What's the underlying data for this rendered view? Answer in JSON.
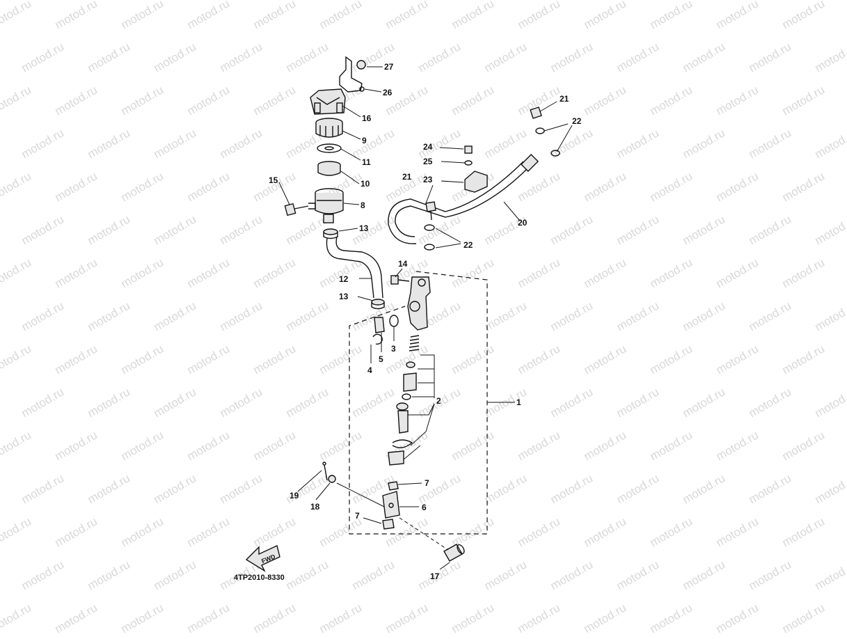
{
  "watermark": "motod.ru",
  "diagram_code": "4TP2010-8330",
  "fwd_label": "FWD",
  "labels": {
    "p1": "1",
    "p2": "2",
    "p3": "3",
    "p4": "4",
    "p5": "5",
    "p6": "6",
    "p7a": "7",
    "p7b": "7",
    "p8": "8",
    "p9": "9",
    "p10": "10",
    "p11": "11",
    "p12": "12",
    "p13a": "13",
    "p13b": "13",
    "p14": "14",
    "p15": "15",
    "p16": "16",
    "p17": "17",
    "p18": "18",
    "p19": "19",
    "p20": "20",
    "p21a": "21",
    "p21b": "21",
    "p22a": "22",
    "p22b": "22",
    "p23": "23",
    "p24": "24",
    "p25": "25",
    "p26": "26",
    "p27": "27"
  }
}
